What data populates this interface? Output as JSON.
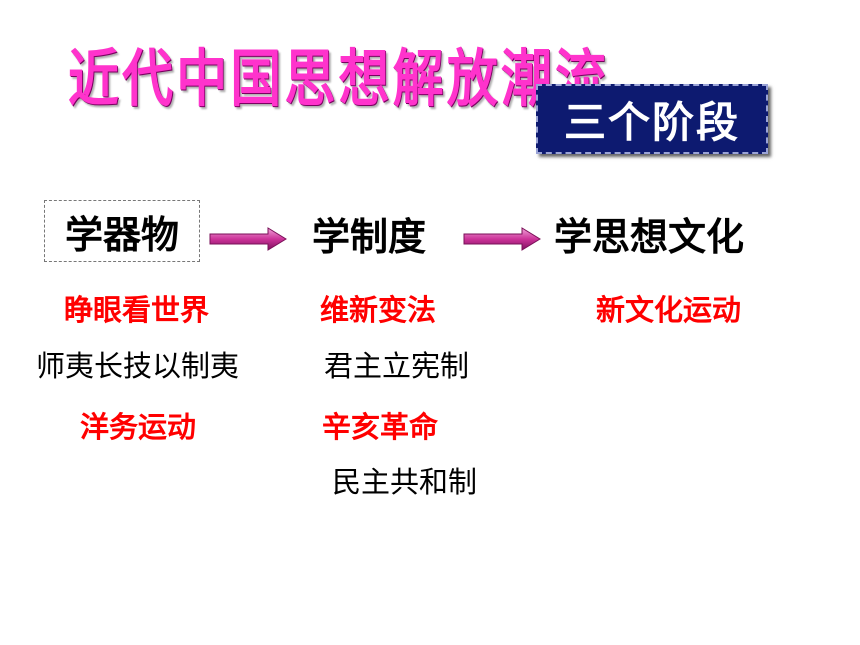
{
  "title": "近代中国思想解放潮流",
  "stages_badge": "三个阶段",
  "stages": [
    {
      "label": "学器物"
    },
    {
      "label": "学制度"
    },
    {
      "label": "学思想文化"
    }
  ],
  "column1": {
    "event1": "睁眼看世界",
    "idea1": "师夷长技以制夷",
    "event2": "洋务运动"
  },
  "column2": {
    "event1": "维新变法",
    "idea1": "君主立宪制",
    "event2": "辛亥革命",
    "idea2": "民主共和制"
  },
  "column3": {
    "event1": "新文化运动"
  },
  "colors": {
    "title": "#ff33cc",
    "badge_bg": "#0d1a70",
    "event_text": "#ff0000",
    "arrow": "#cc3399"
  }
}
